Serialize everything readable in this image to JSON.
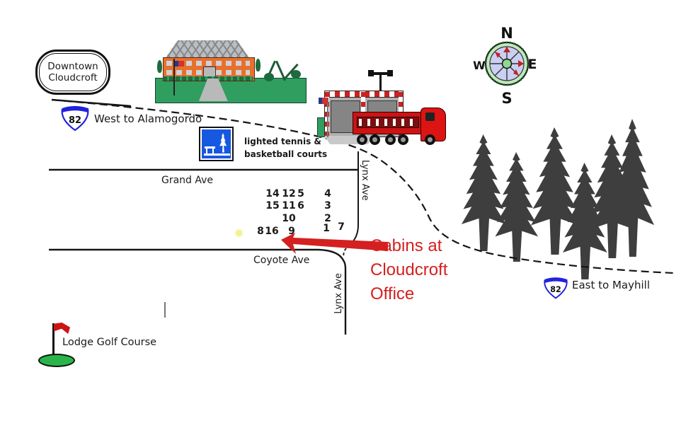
{
  "map": {
    "downtown": {
      "line1": "Downtown",
      "line2": "Cloudcroft"
    },
    "highways": {
      "west": {
        "number": "82",
        "label": "West to Alamogordo"
      },
      "east": {
        "number": "82",
        "label": "East to Mayhill"
      }
    },
    "park_sign": {
      "line1": "lighted tennis &",
      "line2": "basketball courts"
    },
    "streets": {
      "grand": "Grand Ave",
      "coyote": "Coyote Ave",
      "lynx_upper": "Lynx Ave",
      "lynx_lower": "Lynx Ave"
    },
    "office_callout": {
      "line1": "Cabins at",
      "line2": "Cloudcroft",
      "line3": "Office"
    },
    "golf": {
      "label": "Lodge Golf Course"
    },
    "compass": {
      "n": "N",
      "s": "S",
      "e": "E",
      "w": "W"
    },
    "cabins": {
      "r1": [
        "14",
        "12",
        "5",
        "4"
      ],
      "r2": [
        "15",
        "11",
        "6",
        "3"
      ],
      "r3": [
        "10",
        "2"
      ],
      "r4": [
        "8",
        "16",
        "9",
        "1",
        "7"
      ]
    },
    "colors": {
      "callout_red": "#d42020",
      "shield_blue": "#2222dd",
      "sign_blue": "#1758e0",
      "tree_gray": "#3e3e3e",
      "road_black": "#161616",
      "lawn_green": "#2f9e5f"
    }
  }
}
